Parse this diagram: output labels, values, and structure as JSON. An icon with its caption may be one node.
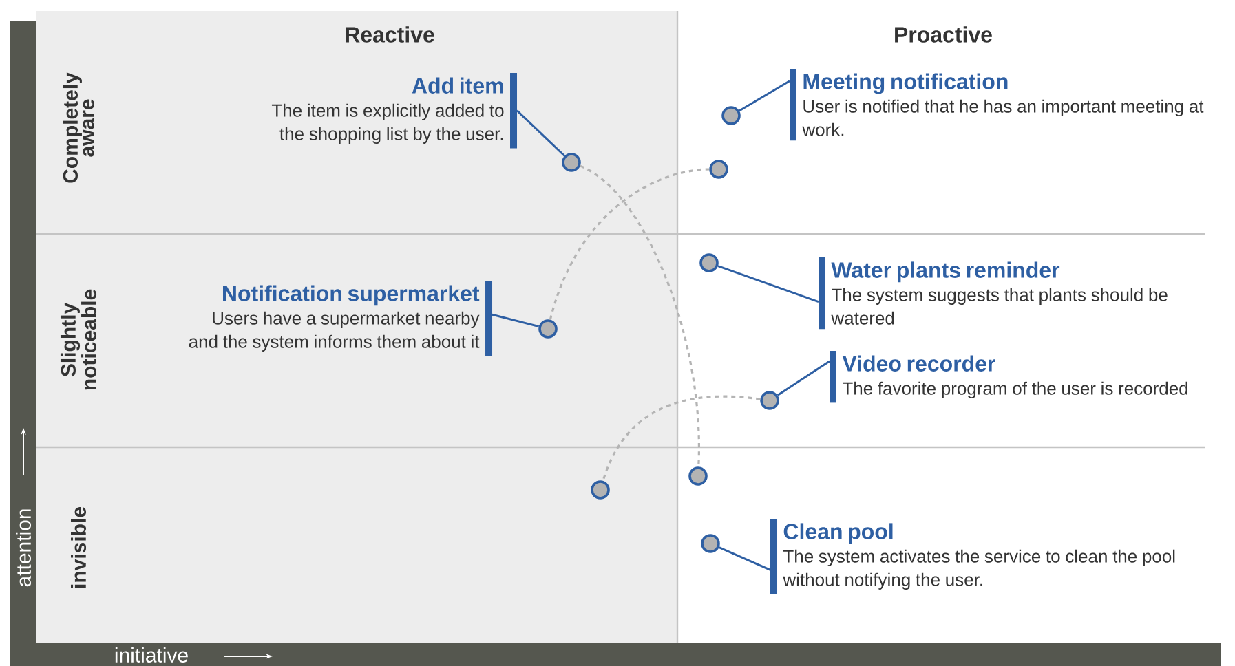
{
  "diagram": {
    "nodes": [
      {
        "text": [
          "Add item",
          "The item is explicitly added to the shopping list by the user."
        ]
      },
      {
        "text": [
          "Meeting notification",
          "User is notified that he has an important meeting at work."
        ]
      },
      {
        "text": [
          "Notification supermarket",
          "Users have a supermarket nearby and the system informs them about it"
        ]
      },
      {
        "text": [
          "Water plants reminder",
          "The system suggests that plants should be watered"
        ]
      },
      {
        "text": [
          "Video recorder",
          "The favorite program of the user is recorded"
        ]
      },
      {
        "text": [
          "Clean pool",
          "The system activates the service to clean the pool without notifying the user."
        ]
      },
      {
        "text": [],
        "shape": "circle"
      },
      {
        "text": [],
        "shape": "circle"
      },
      {
        "text": [],
        "shape": "circle"
      },
      {
        "text": [],
        "shape": "circle"
      },
      {
        "text": [],
        "shape": "circle"
      },
      {
        "text": [],
        "shape": "circle"
      },
      {
        "text": [],
        "shape": "circle"
      },
      {
        "text": [],
        "shape": "circle"
      },
      {
        "text": [],
        "shape": "circle"
      }
    ],
    "edges": [
      {
        "from": 0,
        "to": 7,
        "arrow": "none"
      },
      {
        "from": 1,
        "to": 6,
        "arrow": "none"
      },
      {
        "from": 2,
        "to": 10,
        "arrow": "none"
      },
      {
        "from": 3,
        "to": 9,
        "arrow": "none"
      },
      {
        "from": 4,
        "to": 11,
        "arrow": "none"
      },
      {
        "from": 5,
        "to": 14,
        "arrow": "none"
      },
      {
        "from": 7,
        "to": 12,
        "arrow": "none",
        "style": "dashed",
        "color": "#b4b4b4"
      },
      {
        "from": 10,
        "to": 8,
        "arrow": "none",
        "style": "dashed",
        "color": "#b4b4b4"
      },
      {
        "from": 11,
        "to": 13,
        "arrow": "none",
        "style": "dashed",
        "color": "#b4b4b4"
      }
    ],
    "labels": [
      "Reactive",
      "Proactive",
      "Completely aware",
      "Slightly noticeable",
      "invisible",
      "attention",
      "initiative"
    ]
  }
}
